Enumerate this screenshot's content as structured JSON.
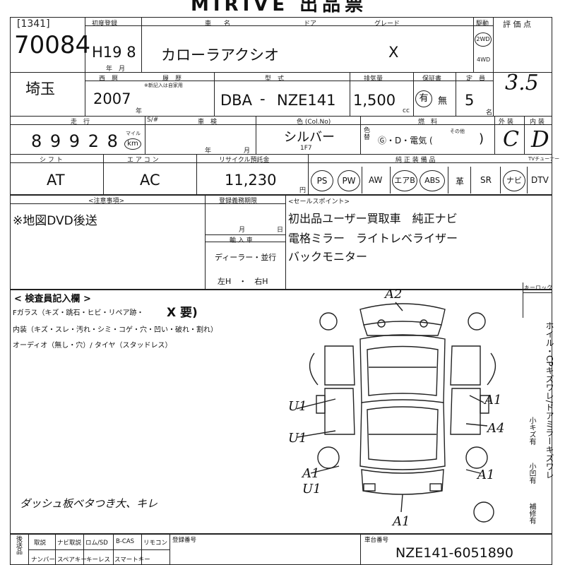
{
  "header": {
    "title": "MIRIVE 出品票"
  },
  "lot": {
    "number": "[1341]",
    "id": "70084"
  },
  "first_registration": {
    "label": "初度登録",
    "value": "H19 8",
    "unit": "年　月"
  },
  "car_name": {
    "label": "車　　名",
    "value": "カローラアクシオ"
  },
  "doors": {
    "label": "ドア"
  },
  "grade": {
    "label": "グレード",
    "value": "X"
  },
  "drive": {
    "label": "駆動",
    "opt1": "2WD",
    "opt2": "4WD"
  },
  "score": {
    "label": "評 価 点",
    "value": "3.5"
  },
  "region": {
    "value": "埼玉"
  },
  "year": {
    "label": "西　暦",
    "value": "2007",
    "unit": "年"
  },
  "history": {
    "label": "履　歴",
    "sub": "※新記入は自家用"
  },
  "model": {
    "label": "型　式",
    "prefix": "DBA",
    "dash": "-",
    "value": "NZE141"
  },
  "displacement": {
    "label": "排気量",
    "value": "1,500",
    "unit": "cc"
  },
  "warranty": {
    "label": "保証書",
    "yes": "有",
    "no": "無"
  },
  "capacity": {
    "label": "定　員",
    "value": "5",
    "unit": "名"
  },
  "mileage": {
    "label": "走　行",
    "value": "8 9  9 2 8",
    "unit_top": "マイル",
    "unit": "km"
  },
  "smeter": {
    "label": "S/#"
  },
  "inspection": {
    "label": "車　検",
    "year": "年",
    "month": "月"
  },
  "color": {
    "label": "色 (Col.No)",
    "value": "シルバー",
    "code": "1F7",
    "change": "色替"
  },
  "fuel": {
    "label": "燃　料",
    "options": "Ⓖ・D・電気 (",
    "other": "その他",
    "close": ")"
  },
  "exterior": {
    "label": "外 装",
    "value": "C"
  },
  "interior": {
    "label": "内 装",
    "value": "D"
  },
  "shift": {
    "label": "シ フ ト",
    "value": "AT"
  },
  "aircon": {
    "label": "エ ア コ ン",
    "value": "AC"
  },
  "recycle": {
    "label": "リサイクル預託金",
    "value": "11,230",
    "unit": "円"
  },
  "equipment": {
    "label": "純 正 装 備 品",
    "items": [
      "PS",
      "PW",
      "AW",
      "エアB",
      "ABS",
      "革",
      "SR",
      "ナビ",
      "DTV"
    ],
    "tuner": "TVチューナー"
  },
  "notes": {
    "label": "<注意事項>",
    "text": "※地図DVD後送"
  },
  "registration_deadline": {
    "label": "登録義務期限",
    "month": "月",
    "day": "日"
  },
  "import": {
    "label": "輸 入 車",
    "dealer": "ディーラー・並行",
    "handle": "左H　・　右H"
  },
  "sales_points": {
    "label": "<セールスポイント>",
    "lines": [
      "初出品ユーザー買取車　純正ナビ",
      "電格ミラー　ライトレベライザー",
      "バックモニター"
    ]
  },
  "inspector": {
    "label": "< 検査員記入欄 >",
    "lines": [
      "Fガラス（キズ・跳石・ヒビ・リペア跡・",
      "内装（キズ・スレ・汚れ・シミ・コゲ・穴・凹い・破れ・割れ）",
      "オーディオ（無し・穴）/ タイヤ（スタッドレス）"
    ],
    "x_mark": "X 要)",
    "handwritten": "ダッシュ板ベタつき大、キレ"
  },
  "diagram_marks": [
    "A2",
    "U1",
    "U1",
    "A1",
    "A4",
    "A1",
    "A1",
    "U1",
    "A1"
  ],
  "keylock": {
    "label": "キーロック"
  },
  "side_note": {
    "main": "ホイル・CPキズワレ/ドアミラーキズワレ",
    "sub1": "小キズ有",
    "sub2": "小凹有",
    "sub3": "補修有"
  },
  "footer": {
    "left_label": "後送品",
    "items_row1": [
      "取説",
      "ナビ取説",
      "ロム/SD",
      "B-CAS",
      "リモコン"
    ],
    "items_row2": [
      "ナンバー",
      "スペアキー",
      "キーレス",
      "スマートキー"
    ],
    "reg_label": "登録番号",
    "chassis_label": "車台番号",
    "chassis": "NZE141-6051890"
  }
}
